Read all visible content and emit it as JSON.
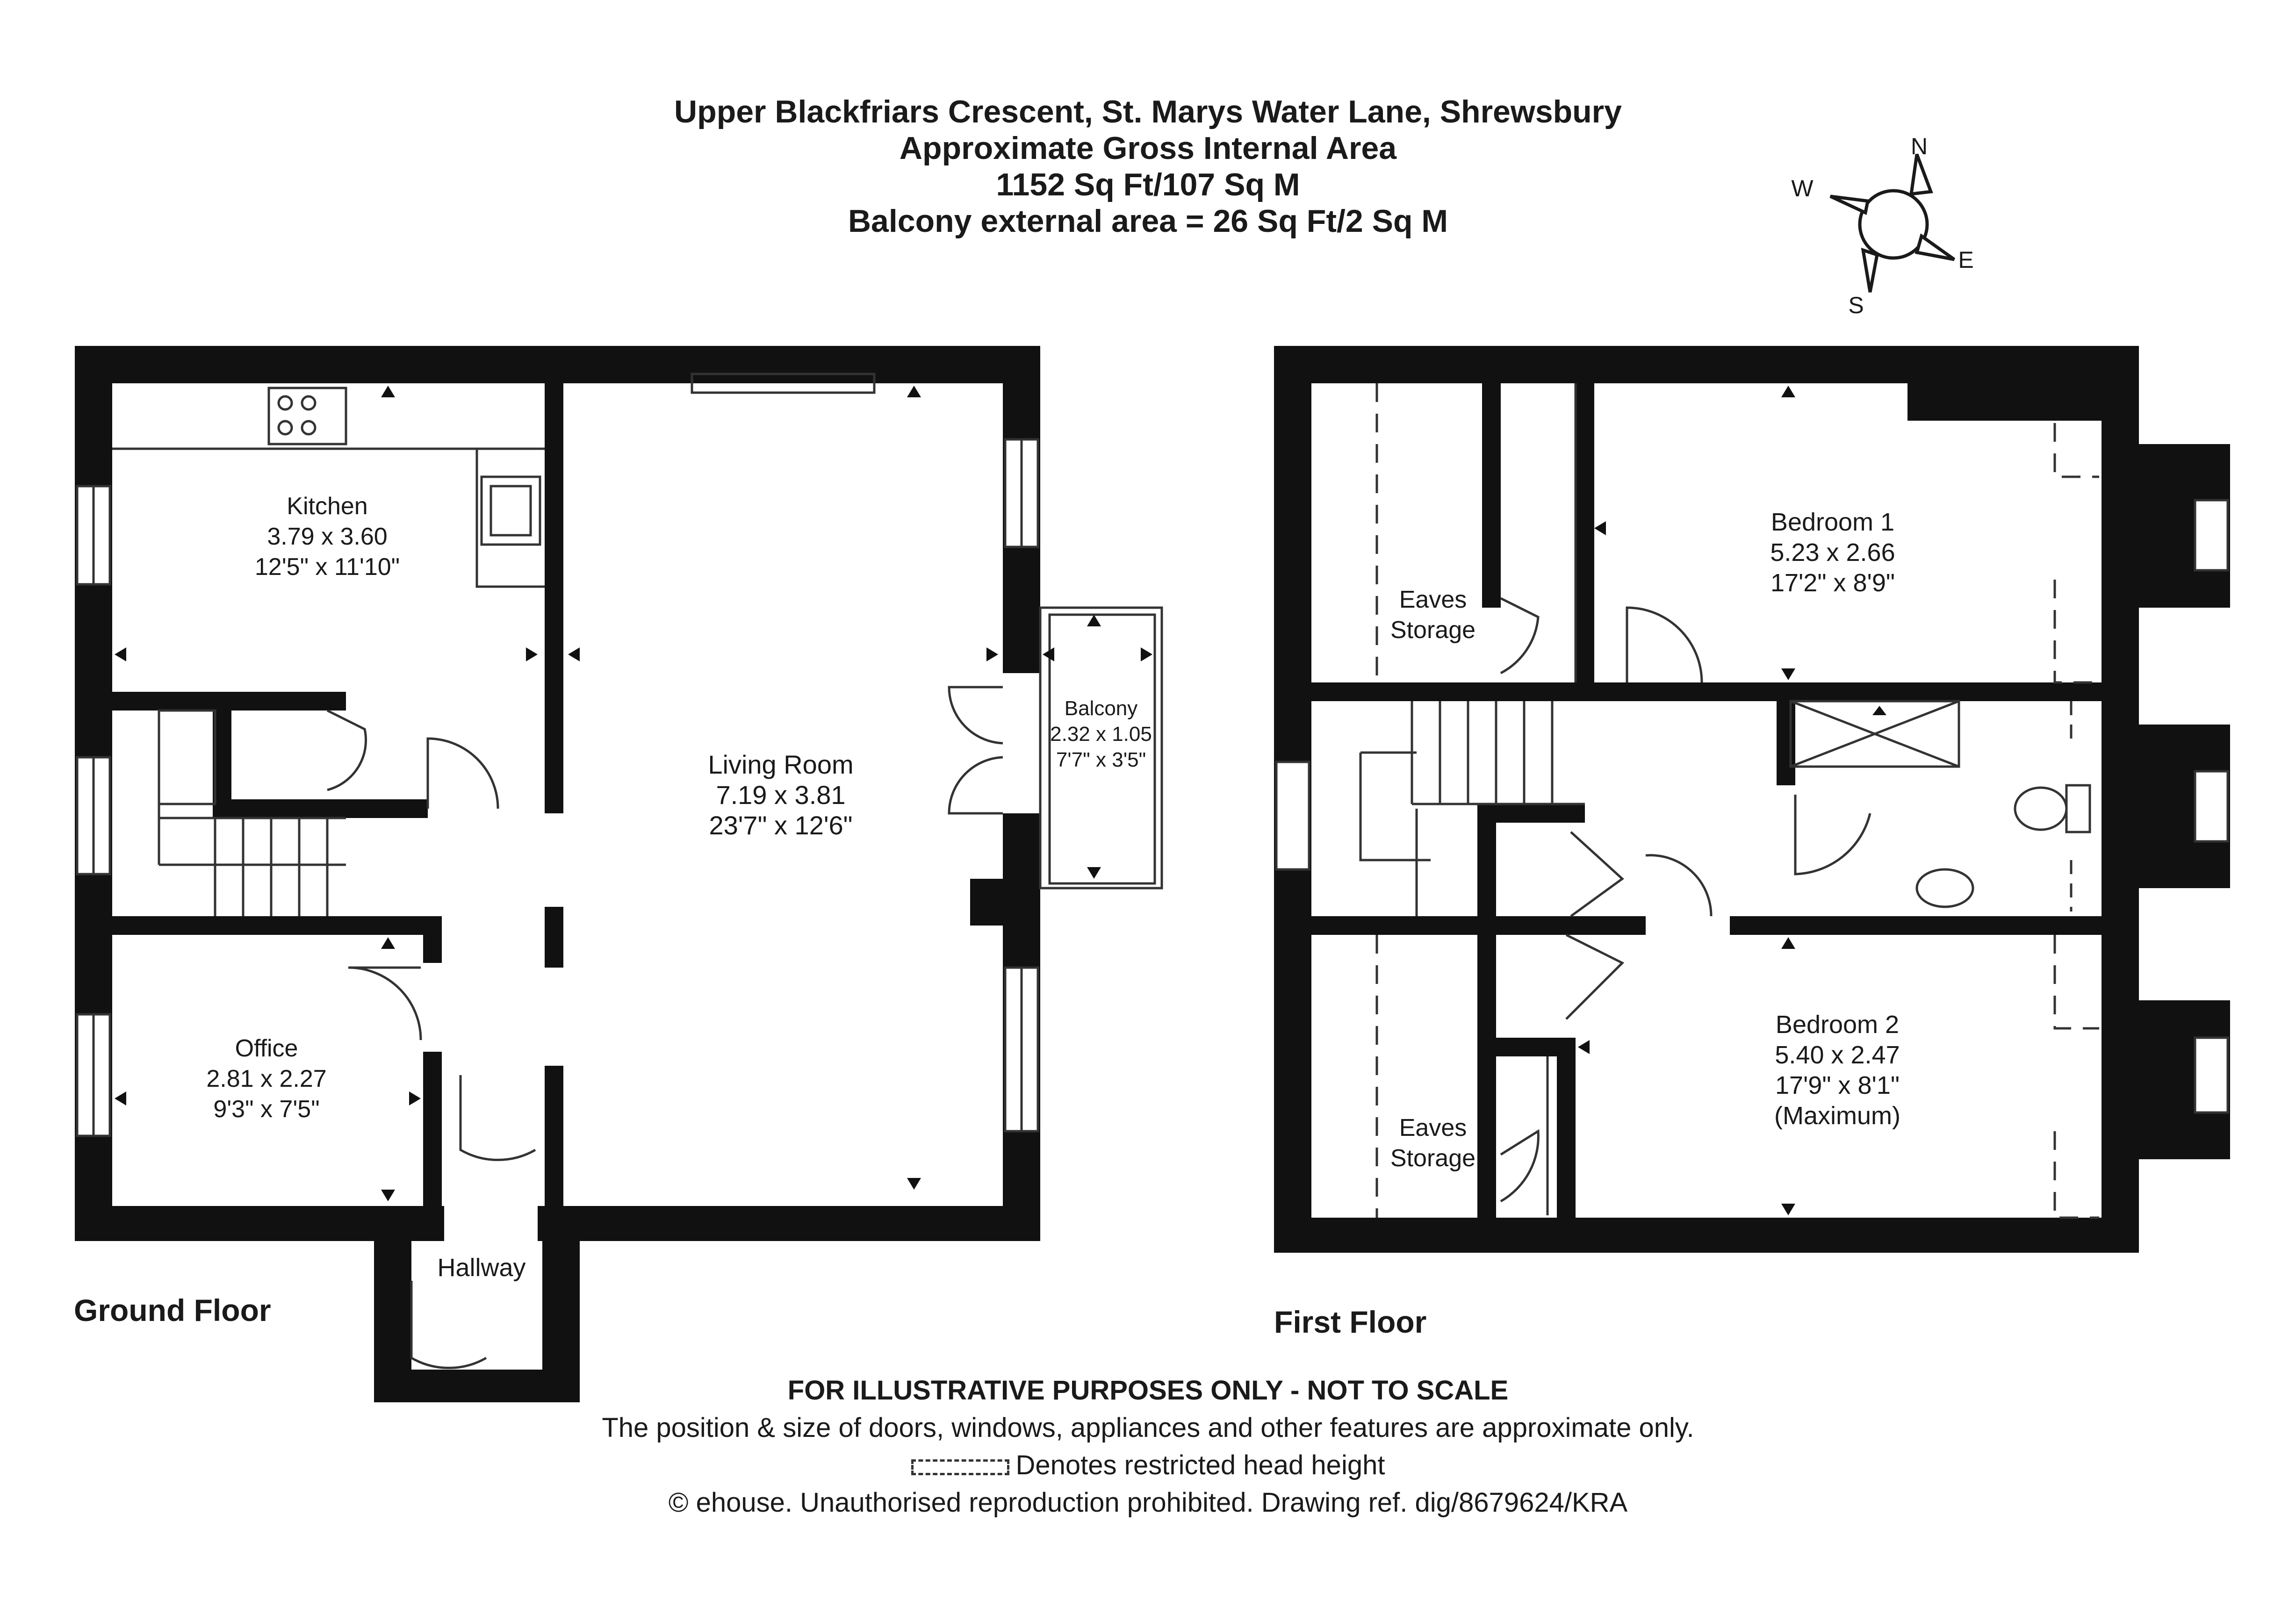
{
  "header": {
    "address": "Upper Blackfriars Crescent, St. Marys Water Lane, Shrewsbury",
    "area_title": "Approximate Gross Internal Area",
    "area_value": "1152 Sq Ft/107 Sq M",
    "balcony_area": "Balcony external area = 26 Sq Ft/2 Sq M"
  },
  "compass": {
    "n": "N",
    "e": "E",
    "s": "S",
    "w": "W"
  },
  "floors": {
    "ground": "Ground Floor",
    "first": "First Floor"
  },
  "rooms": {
    "kitchen": {
      "name": "Kitchen",
      "metric": "3.79 x 3.60",
      "imperial": "12'5\" x 11'10\""
    },
    "living": {
      "name": "Living Room",
      "metric": "7.19 x 3.81",
      "imperial": "23'7\" x 12'6\""
    },
    "balcony": {
      "name": "Balcony",
      "metric": "2.32 x 1.05",
      "imperial": "7'7\" x 3'5\""
    },
    "office": {
      "name": "Office",
      "metric": "2.81 x 2.27",
      "imperial": "9'3\" x 7'5\""
    },
    "hallway": {
      "name": "Hallway"
    },
    "bedroom1": {
      "name": "Bedroom 1",
      "metric": "5.23 x 2.66",
      "imperial": "17'2\" x 8'9\""
    },
    "bedroom2": {
      "name": "Bedroom 2",
      "metric": "5.40 x 2.47",
      "imperial": "17'9\" x 8'1\"",
      "note": "(Maximum)"
    },
    "eaves_upper": {
      "line1": "Eaves",
      "line2": "Storage"
    },
    "eaves_lower": {
      "line1": "Eaves",
      "line2": "Storage"
    }
  },
  "footer": {
    "disclaimer": "FOR ILLUSTRATIVE PURPOSES ONLY - NOT TO SCALE",
    "position_note": "The position & size of doors, windows, appliances and other features are approximate only.",
    "legend": "Denotes restricted head height",
    "copyright": "© ehouse. Unauthorised reproduction prohibited. Drawing ref. dig/8679624/KRA"
  },
  "colors": {
    "wall": "#111111",
    "line": "#333333",
    "background": "#ffffff"
  }
}
